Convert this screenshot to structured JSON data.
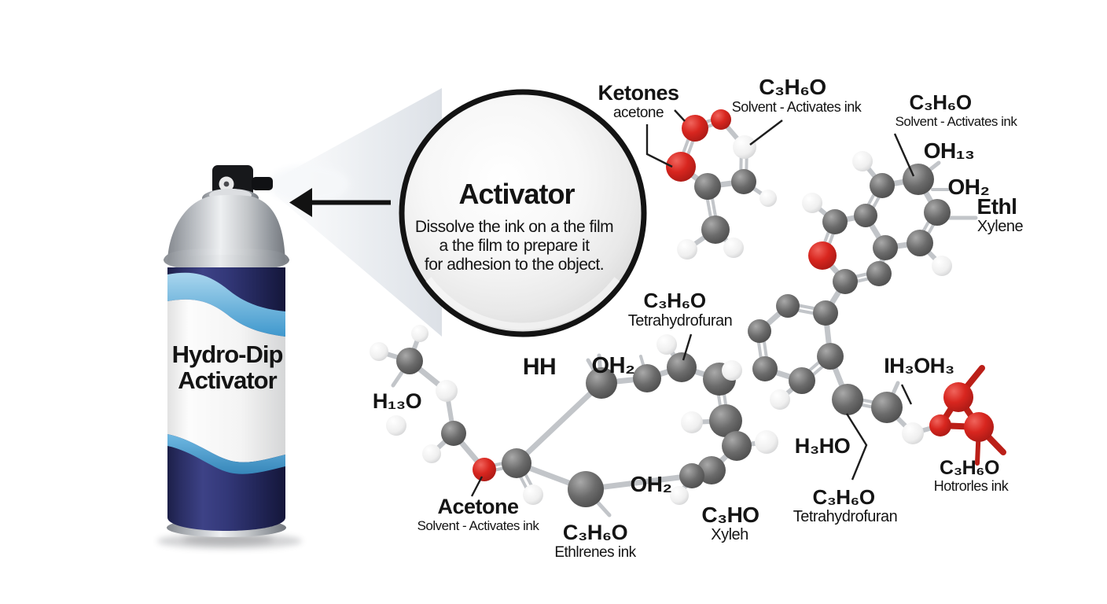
{
  "can": {
    "label_line1": "Hydro-Dip",
    "label_line2": "Activator"
  },
  "magnifier": {
    "title": "Activator",
    "desc_line1": "Dissolve the ink on a the film",
    "desc_line2": "a the film to prepare it",
    "desc_line3": "for adhesion to the object."
  },
  "labels": {
    "ketones": {
      "title": "Ketones",
      "sub": "acetone"
    },
    "c3h6o_top": {
      "title": "C₃H₆O",
      "sub": "Solvent - Activates ink"
    },
    "c3h6o_right": {
      "title": "C₃H₆O",
      "sub": "Solvent - Activates ink"
    },
    "oh13": {
      "text": "OH₁₃"
    },
    "oh2_right": {
      "text": "OH₂"
    },
    "ethl": {
      "title": "Ethl",
      "sub": "Xylene"
    },
    "thf_top": {
      "title": "C₃H₆O",
      "sub": "Tetrahydrofuran"
    },
    "hh": {
      "text": "HH"
    },
    "oh2_mid": {
      "text": "OH₂"
    },
    "h13o": {
      "text": "H₁₃O"
    },
    "acetone": {
      "title": "Acetone",
      "sub": "Solvent - Activates ink"
    },
    "ethlrenes": {
      "title": "C₃H₆O",
      "sub": "Ethlrenes ink"
    },
    "oh2_bottom": {
      "text": "OH₂"
    },
    "c3ho": {
      "title": "C₃HO",
      "sub": "Xyleh"
    },
    "h3ho": {
      "text": "H₃HO"
    },
    "thf_bottom": {
      "title": "C₃H₆O",
      "sub": "Tetrahydrofuran"
    },
    "ih3oh3": {
      "text": "IH₃OH₃"
    },
    "hotrorles": {
      "title": "C₃H₆O",
      "sub": "Hotrorles ink"
    }
  },
  "colors": {
    "can_navy": "#262a58",
    "can_blue": "#57aadb",
    "can_label_white": "#f6f6f6",
    "atom_carbon": "#5b5b5b",
    "atom_hydrogen": "#f0f0f0",
    "atom_oxygen": "#cf2420",
    "outline_black": "#141414"
  }
}
